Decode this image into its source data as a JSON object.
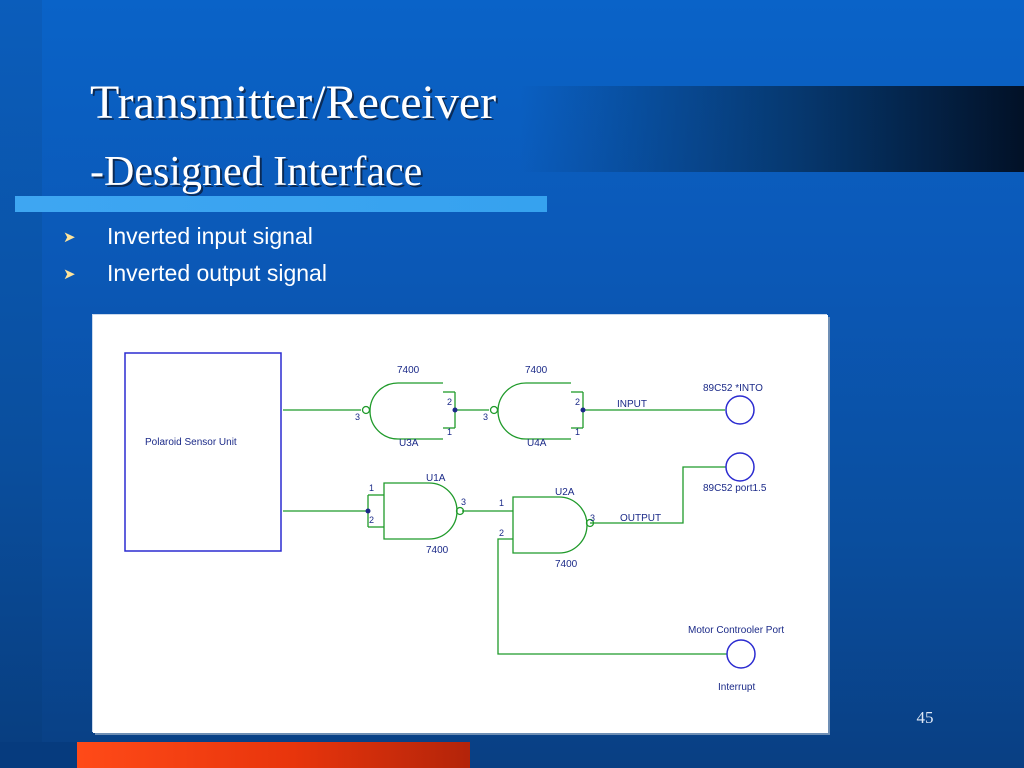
{
  "slide": {
    "title": "Transmitter/Receiver",
    "subtitle": "-Designed Interface",
    "bullets": [
      {
        "text": "Inverted input signal"
      },
      {
        "text": "Inverted output signal"
      }
    ],
    "slide_number": "45",
    "colors": {
      "background": "#0a5cbb",
      "title_underline": "#3ea6f2",
      "bullet_arrow": "#ffe49a",
      "bottom_bar": "#ff4a18",
      "wire": "#1f9a2a",
      "text_diagram": "#1b2a88"
    }
  },
  "diagram": {
    "sensor_label": "Polaroid Sensor Unit",
    "gate_u3a": {
      "type": "7400",
      "name": "U3A",
      "pin_a": "2",
      "pin_b": "1",
      "pin_out": "3"
    },
    "gate_u4a": {
      "type": "7400",
      "name": "U4A",
      "pin_a": "2",
      "pin_b": "1",
      "pin_out": "3"
    },
    "gate_u1a": {
      "type": "7400",
      "name": "U1A",
      "pin_a": "1",
      "pin_b": "2",
      "pin_out": "3"
    },
    "gate_u2a": {
      "type": "7400",
      "name": "U2A",
      "pin_a": "1",
      "pin_b": "2",
      "pin_out": "3"
    },
    "net_input": "INPUT",
    "net_output": "OUTPUT",
    "port_into": "89C52 *INTO",
    "port_p15": "89C52 port1.5",
    "port_motor": "Motor Controoler Port",
    "port_interrupt": "Interrupt"
  }
}
